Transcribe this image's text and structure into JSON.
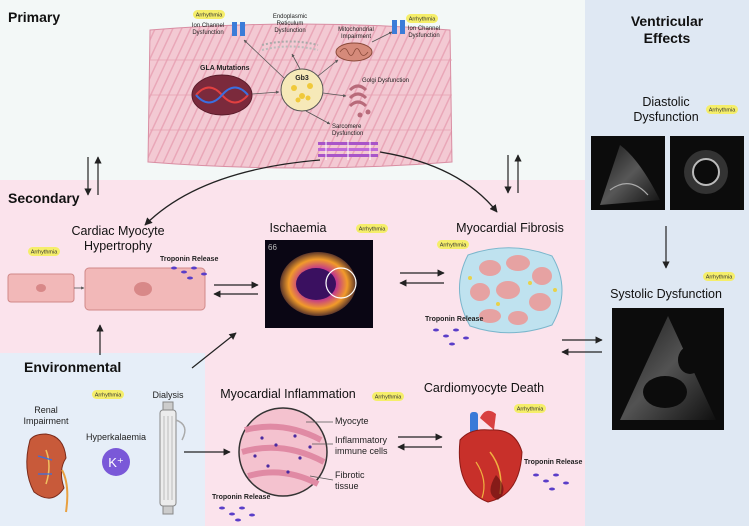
{
  "sections": {
    "primary": "Primary",
    "secondary": "Secondary",
    "environmental": "Environmental",
    "ventricular_line1": "Ventricular",
    "ventricular_line2": "Effects"
  },
  "primary": {
    "gla": "GLA Mutations",
    "gb3": "Gb3",
    "er_line1": "Endoplasmic",
    "er_line2": "Reticulum",
    "er_line3": "Dysfunction",
    "ion_left_line1": "Ion Channel",
    "ion_left_line2": "Dysfunction",
    "ion_right_line1": "Ion Channel",
    "ion_right_line2": "Dysfunction",
    "mito_line1": "Mitochondrial",
    "mito_line2": "Impairment",
    "golgi": "Golgi Dysfunction",
    "sarc_line1": "Sarcomere",
    "sarc_line2": "Dysfunction"
  },
  "badge": "Arrhythmia",
  "troponin": "Troponin Release",
  "secondary": {
    "hypertrophy_line1": "Cardiac Myocyte",
    "hypertrophy_line2": "Hypertrophy",
    "ischaemia": "Ischaemia",
    "ischaemia_scan_label": "66",
    "fibrosis": "Myocardial Fibrosis",
    "inflammation": "Myocardial Inflammation",
    "myocyte": "Myocyte",
    "immune_line1": "Inflammatory",
    "immune_line2": "immune cells",
    "fibrotic_line1": "Fibrotic",
    "fibrotic_line2": "tissue",
    "death": "Cardiomyocyte Death"
  },
  "environmental": {
    "renal_line1": "Renal",
    "renal_line2": "Impairment",
    "hyperk": "Hyperkalaemia",
    "kplus": "K⁺",
    "dialysis": "Dialysis"
  },
  "ventricular": {
    "diastolic_line1": "Diastolic",
    "diastolic_line2": "Dysfunction",
    "systolic": "Systolic Dysfunction"
  },
  "colors": {
    "primary_bg": "#f3f8f7",
    "secondary_bg": "#fbe3ec",
    "environmental_bg": "#e6eef8",
    "ventricular_bg": "#dfe8f3",
    "badge_fill": "#f5ee6a"
  }
}
